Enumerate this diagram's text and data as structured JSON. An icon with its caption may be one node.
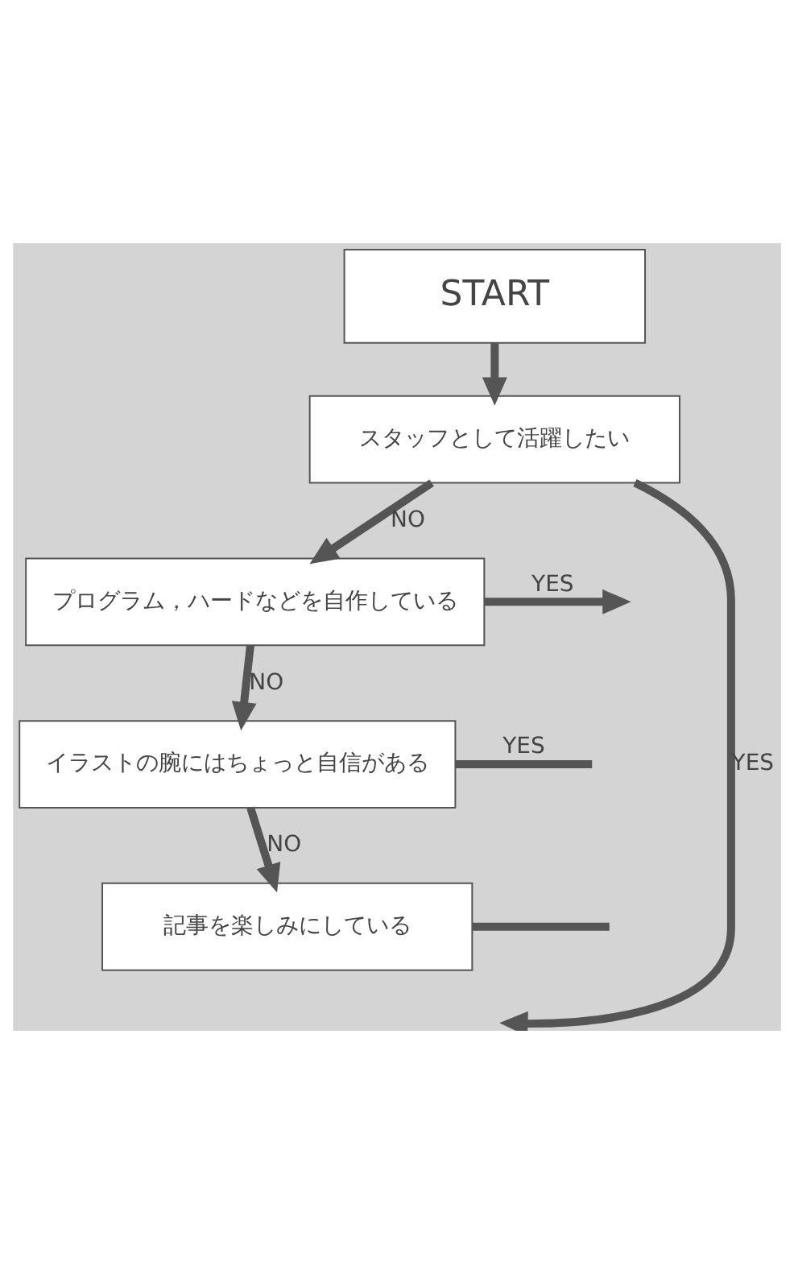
{
  "diagram": {
    "nodes": [
      {
        "text": [
          "START"
        ]
      },
      {
        "text": [
          "スタッフとして活躍したい"
        ]
      },
      {
        "text": [
          "プログラム，ハードなどを自作している"
        ]
      },
      {
        "text": [
          "イラストの腕にはちょっと自信がある"
        ]
      },
      {
        "text": [
          "記事を楽しみにしている"
        ]
      }
    ],
    "edges": [
      {
        "from": 0,
        "to": 1,
        "arrow": "to"
      },
      {
        "from": 1,
        "to": 2,
        "label": "NO",
        "arrow": "to"
      },
      {
        "from": 2,
        "to": 3,
        "label": "NO",
        "arrow": "to"
      },
      {
        "from": 3,
        "to": 4,
        "label": "NO",
        "arrow": "to"
      },
      {
        "from": 1,
        "to": null,
        "label": "YES",
        "arrow": "to"
      },
      {
        "from": 2,
        "to": null,
        "label": "YES",
        "arrow": "to"
      },
      {
        "from": 3,
        "to": null,
        "label": "YES",
        "arrow": "none"
      },
      {
        "from": 4,
        "to": null,
        "arrow": "none"
      }
    ]
  }
}
